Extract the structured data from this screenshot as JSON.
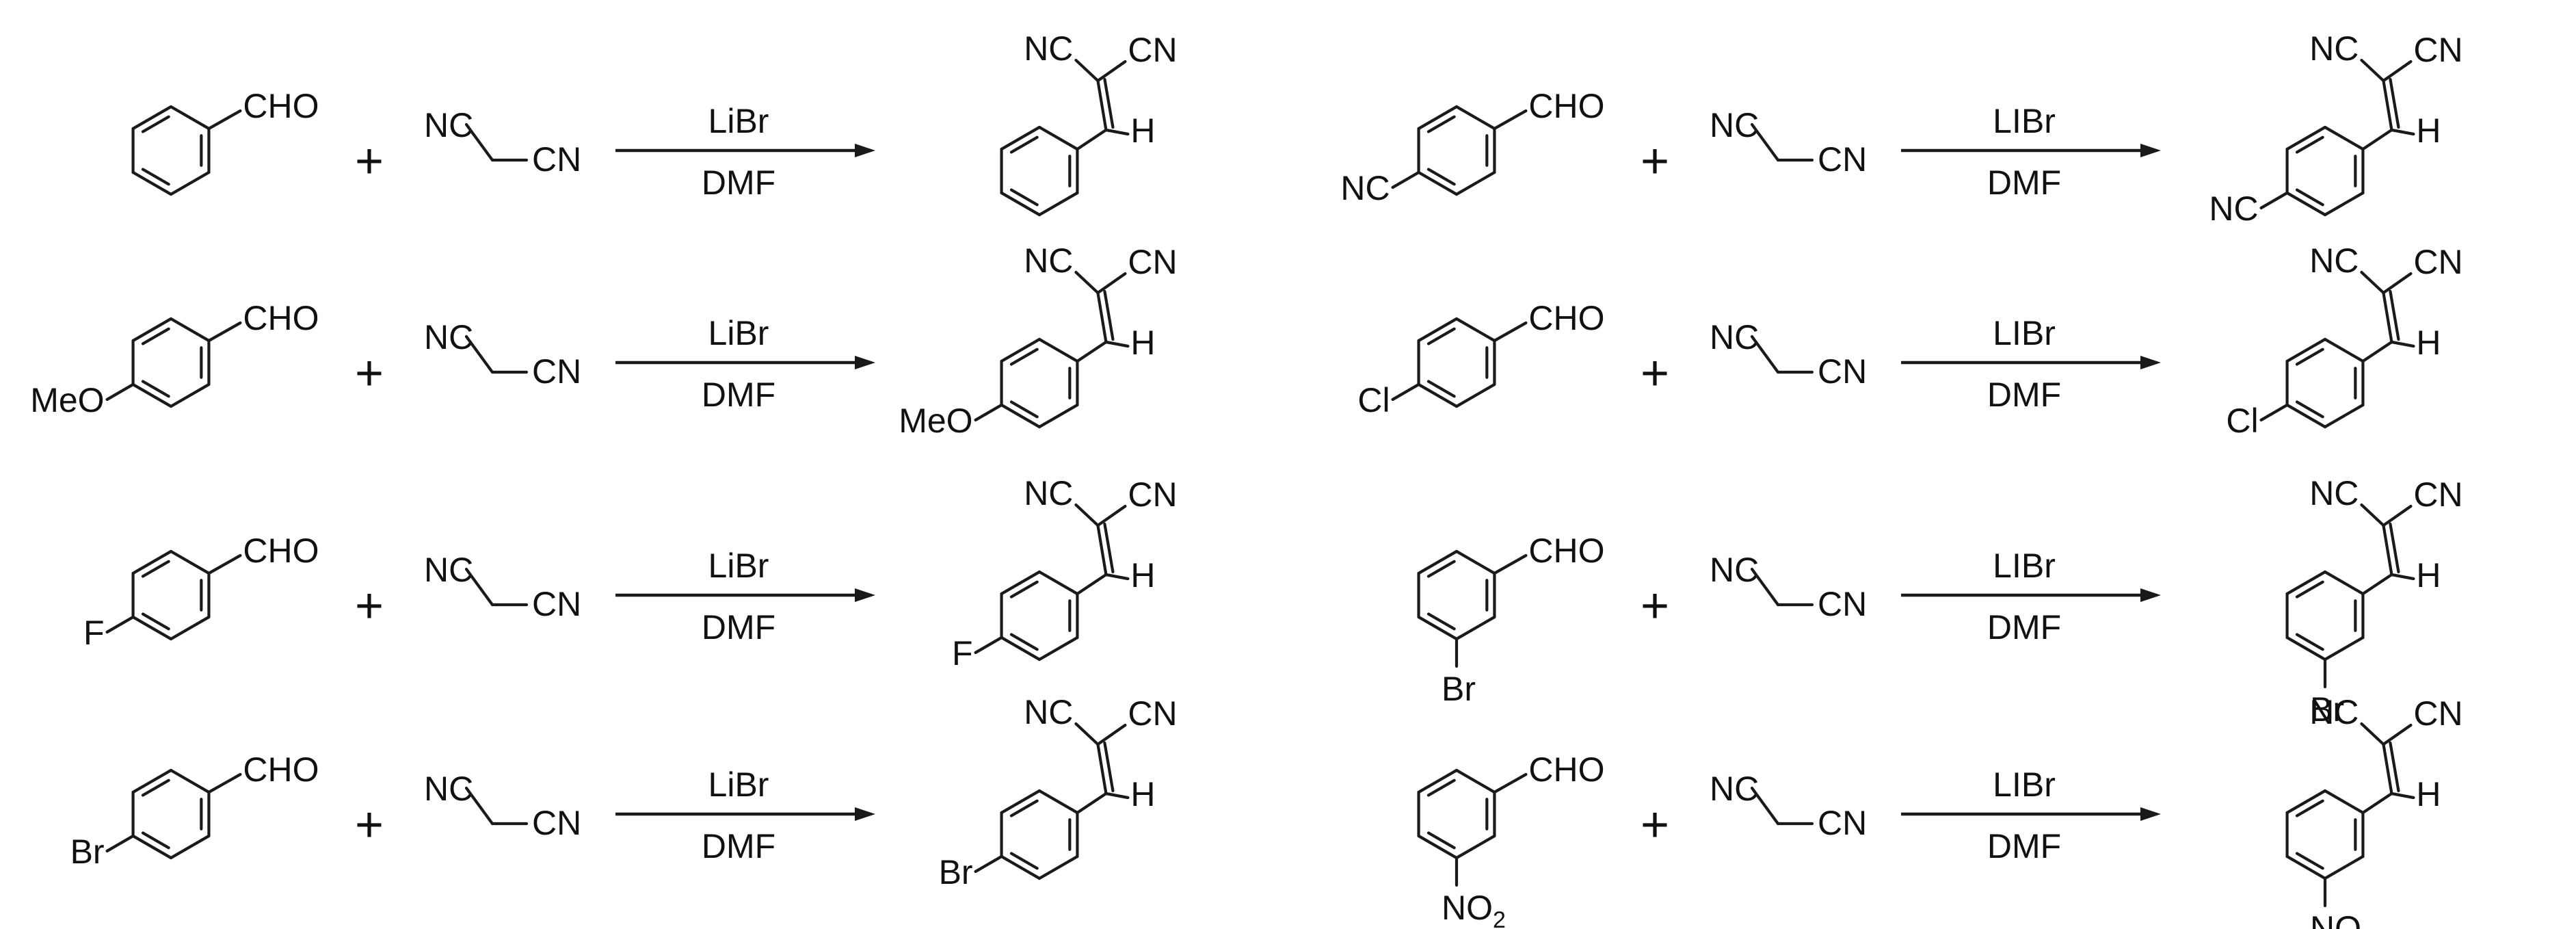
{
  "labels": {
    "aldehyde": "CHO",
    "nitrile_left": "NC",
    "nitrile_right": "CN",
    "hydrogen": "H",
    "plus": "+"
  },
  "reactions": [
    {
      "reagent": "LiBr",
      "solvent": "DMF",
      "substituent": ""
    },
    {
      "reagent": "LIBr",
      "solvent": "DMF",
      "substituent": "NC"
    },
    {
      "reagent": "LiBr",
      "solvent": "DMF",
      "substituent": "MeO"
    },
    {
      "reagent": "LIBr",
      "solvent": "DMF",
      "substituent": "Cl"
    },
    {
      "reagent": "LiBr",
      "solvent": "DMF",
      "substituent": "F"
    },
    {
      "reagent": "LIBr",
      "solvent": "DMF",
      "substituent": "Br"
    },
    {
      "reagent": "LiBr",
      "solvent": "DMF",
      "substituent": "Br"
    },
    {
      "reagent": "LIBr",
      "solvent": "DMF",
      "substituent": "NO",
      "substituent_subscript": "2"
    }
  ]
}
